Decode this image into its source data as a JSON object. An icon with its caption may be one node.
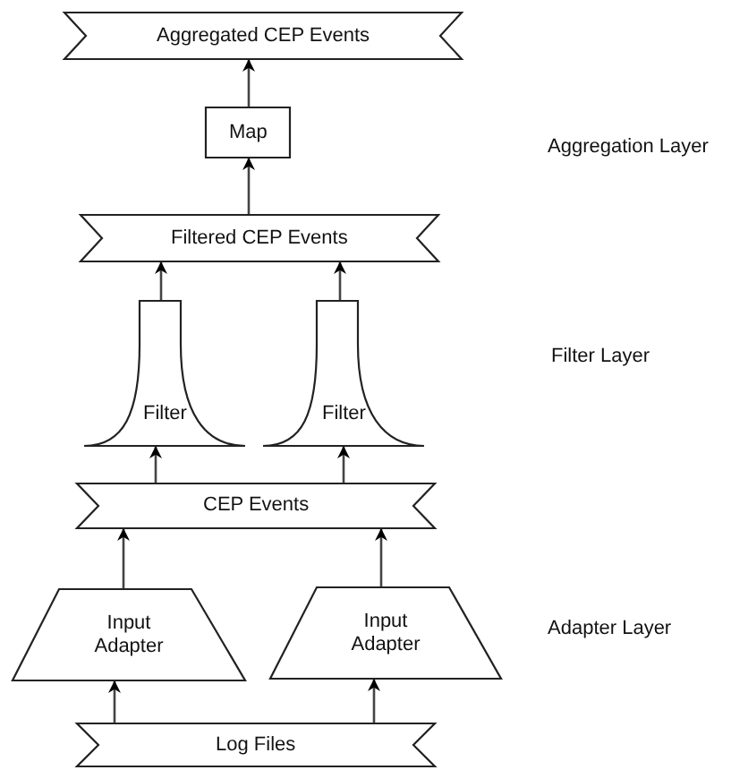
{
  "diagram": {
    "nodes": [
      {
        "text": [
          "Aggregated CEP Events"
        ]
      },
      {
        "text": [
          "Map"
        ]
      },
      {
        "text": [
          "Filtered CEP Events"
        ]
      },
      {
        "text": [
          "Filter"
        ]
      },
      {
        "text": [
          "Filter"
        ]
      },
      {
        "text": [
          "CEP Events"
        ]
      },
      {
        "text": [
          "Input Adapter"
        ]
      },
      {
        "text": [
          "Input Adapter"
        ]
      },
      {
        "text": [
          "Log Files"
        ]
      }
    ],
    "edges": [
      {
        "from": 1,
        "to": 0,
        "arrow": "to"
      },
      {
        "from": 2,
        "to": 1,
        "arrow": "to"
      },
      {
        "from": 3,
        "to": 2,
        "arrow": "to"
      },
      {
        "from": 4,
        "to": 2,
        "arrow": "to"
      },
      {
        "from": 5,
        "to": 3,
        "arrow": "to"
      },
      {
        "from": 5,
        "to": 4,
        "arrow": "to"
      },
      {
        "from": 6,
        "to": 5,
        "arrow": "to"
      },
      {
        "from": 7,
        "to": 5,
        "arrow": "to"
      },
      {
        "from": 8,
        "to": 6,
        "arrow": "to"
      },
      {
        "from": 8,
        "to": 7,
        "arrow": "to"
      }
    ],
    "labels": [
      "Aggregation Layer",
      "Filter Layer",
      "Adapter Layer"
    ]
  }
}
